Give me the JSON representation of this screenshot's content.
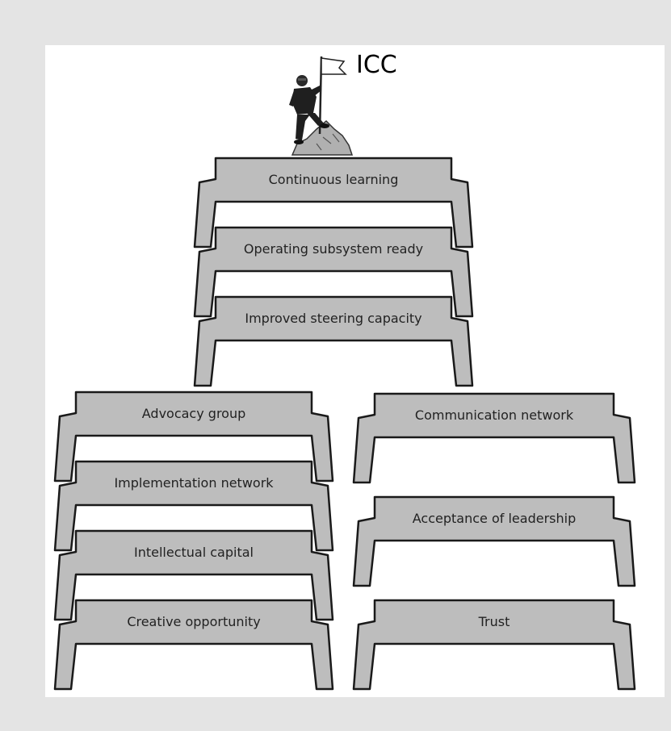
{
  "title": "ICC",
  "center_stack": [
    "Continuous learning",
    "Operating subsystem ready",
    "Improved steering capacity"
  ],
  "left_stack": [
    "Advocacy group",
    "Implementation network",
    "Intellectual capital",
    "Creative opportunity"
  ],
  "right_stack": [
    "Communication network",
    "Acceptance of leadership",
    "Trust"
  ],
  "colors": {
    "background": "#e4e4e4",
    "panel": "#ffffff",
    "step_fill": "#bdbdbd",
    "outline": "#1a1a1a"
  },
  "icons": [
    "climber-with-flag-icon"
  ]
}
